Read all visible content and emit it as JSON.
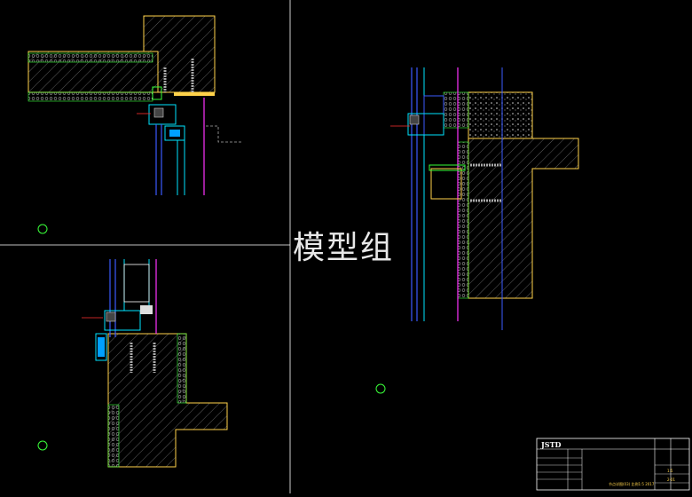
{
  "watermark": "模型组",
  "title_block": {
    "company": "JSTD",
    "drawing_note": "节点详图(03) 比例1:5 2017",
    "cell_a": "1:5",
    "cell_b": "2-01"
  },
  "colors": {
    "background": "#000000",
    "frame": "#ffffff",
    "concrete": "#ffd24a",
    "profile": "#00e5ff",
    "glass": "#3b5bff",
    "seal": "#ff33ff",
    "anchor": "#39ff39",
    "dim": "#ff3030"
  }
}
